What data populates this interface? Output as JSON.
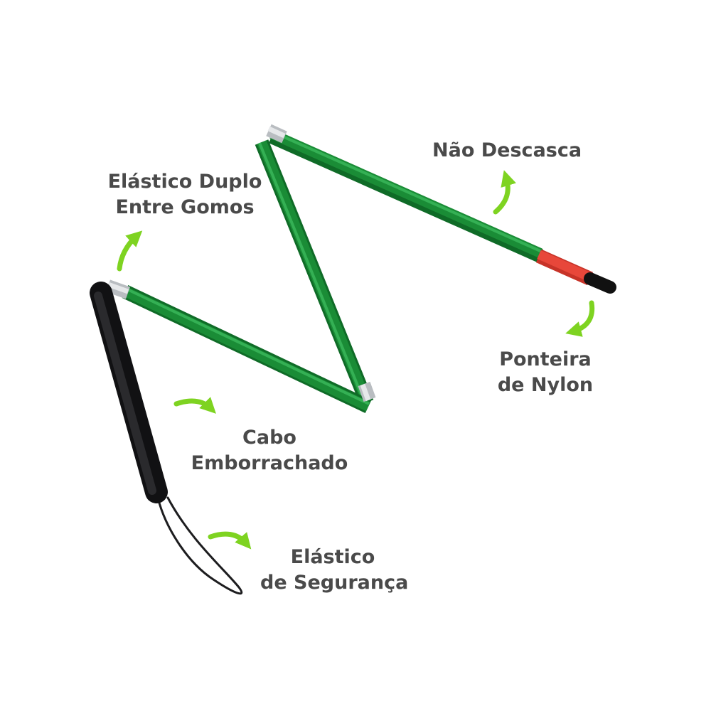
{
  "colors": {
    "segment_green": "#1a8c36",
    "segment_highlight": "#34b054",
    "joint_silver": "#cfd3d6",
    "handle_black": "#1d1d1f",
    "tip_red": "#e8473a",
    "tip_black": "#111111",
    "arrow_green": "#7ed321",
    "label_text": "#4a4a4a"
  },
  "labels": {
    "elastico_duplo": {
      "line1": "Elástico Duplo",
      "line2": "Entre Gomos"
    },
    "nao_descasca": {
      "line1": "Não Descasca"
    },
    "ponteira": {
      "line1": "Ponteira",
      "line2": "de Nylon"
    },
    "cabo": {
      "line1": "Cabo",
      "line2": "Emborrachado"
    },
    "elastico_seguranca": {
      "line1": "Elástico",
      "line2": "de Segurança"
    }
  },
  "icons": [
    "curved-arrow-icon"
  ]
}
